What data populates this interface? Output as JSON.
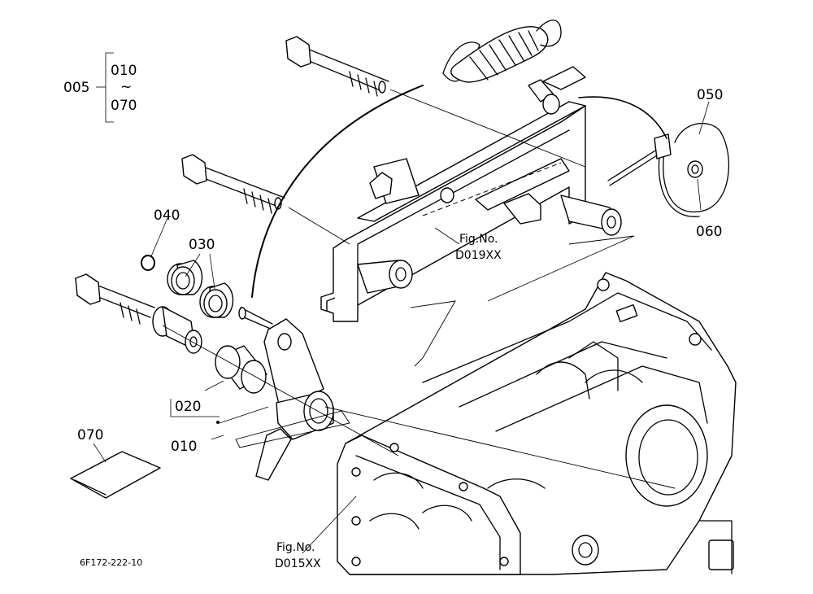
{
  "diagram": {
    "drawing_code": "6F172-222-10",
    "callouts": {
      "p005": "005",
      "p010_range_start": "010",
      "p_range_sep": "~",
      "p070_range_end": "070",
      "p040": "040",
      "p030": "030",
      "p020": "020",
      "p010": "010",
      "p050": "050",
      "p060": "060",
      "p070": "070"
    },
    "references": [
      {
        "title": "Fig.No.",
        "code": "D019XX"
      },
      {
        "title": "Fig.No.",
        "code": "D015XX"
      }
    ]
  }
}
